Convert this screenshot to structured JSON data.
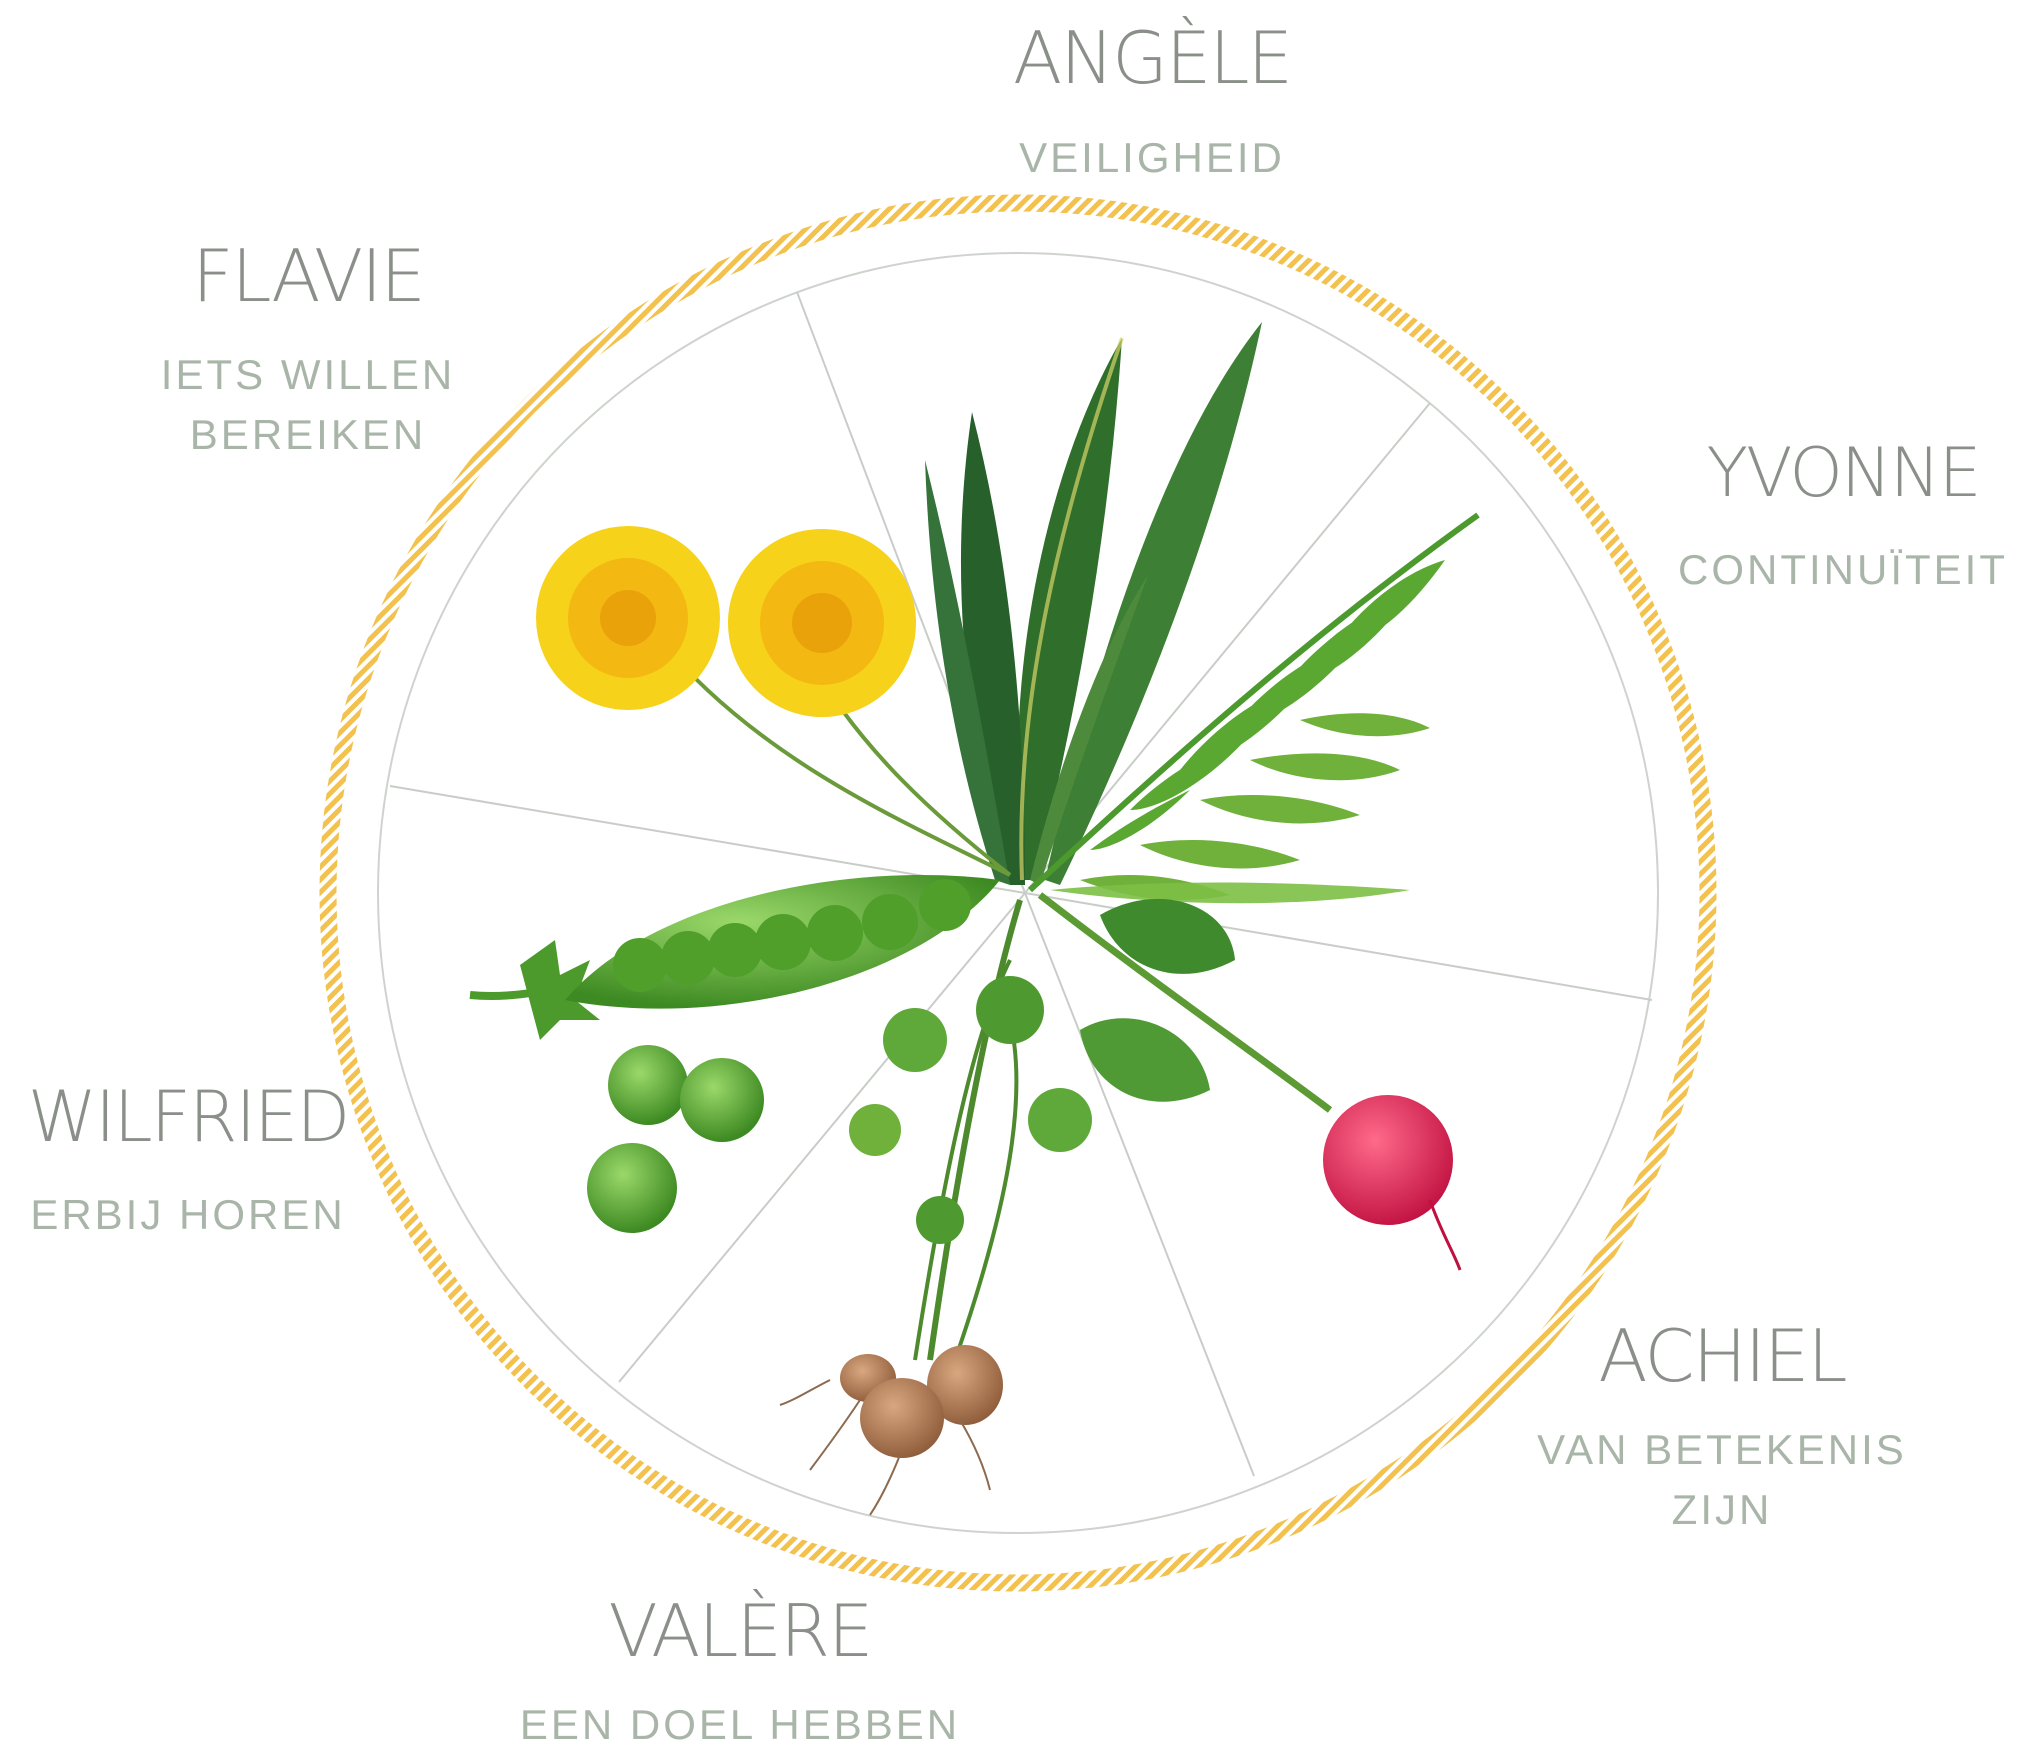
{
  "colors": {
    "ring": "#f2c14e",
    "spokes": "#c9cdc8",
    "name_text": "#8b8f8a",
    "value_text": "#a9b5a8",
    "leaf_dark": "#2f6e2b",
    "leaf_light": "#6fb13a",
    "pea": "#5fae35",
    "dandelion": "#f7d21a",
    "radish": "#e0224f",
    "potato": "#b07a55"
  },
  "segments": [
    {
      "id": "angele",
      "name": "ANGÈLE",
      "value_lines": [
        "VEILIGHEID"
      ],
      "plant_icon": "snake-plant-icon"
    },
    {
      "id": "yvonne",
      "name": "YVONNE",
      "value_lines": [
        "CONTINUÏTEIT"
      ],
      "plant_icon": "fern-icon"
    },
    {
      "id": "achiel",
      "name": "ACHIEL",
      "value_lines": [
        "VAN BETEKENIS",
        "ZIJN"
      ],
      "plant_icon": "radish-icon"
    },
    {
      "id": "valere",
      "name": "VALÈRE",
      "value_lines": [
        "EEN DOEL HEBBEN"
      ],
      "plant_icon": "potato-plant-icon"
    },
    {
      "id": "wilfried",
      "name": "WILFRIED",
      "value_lines": [
        "ERBIJ HOREN"
      ],
      "plant_icon": "pea-pod-icon"
    },
    {
      "id": "flavie",
      "name": "FLAVIE",
      "value_lines": [
        "IETS WILLEN",
        "BEREIKEN"
      ],
      "plant_icon": "dandelion-icon"
    }
  ]
}
